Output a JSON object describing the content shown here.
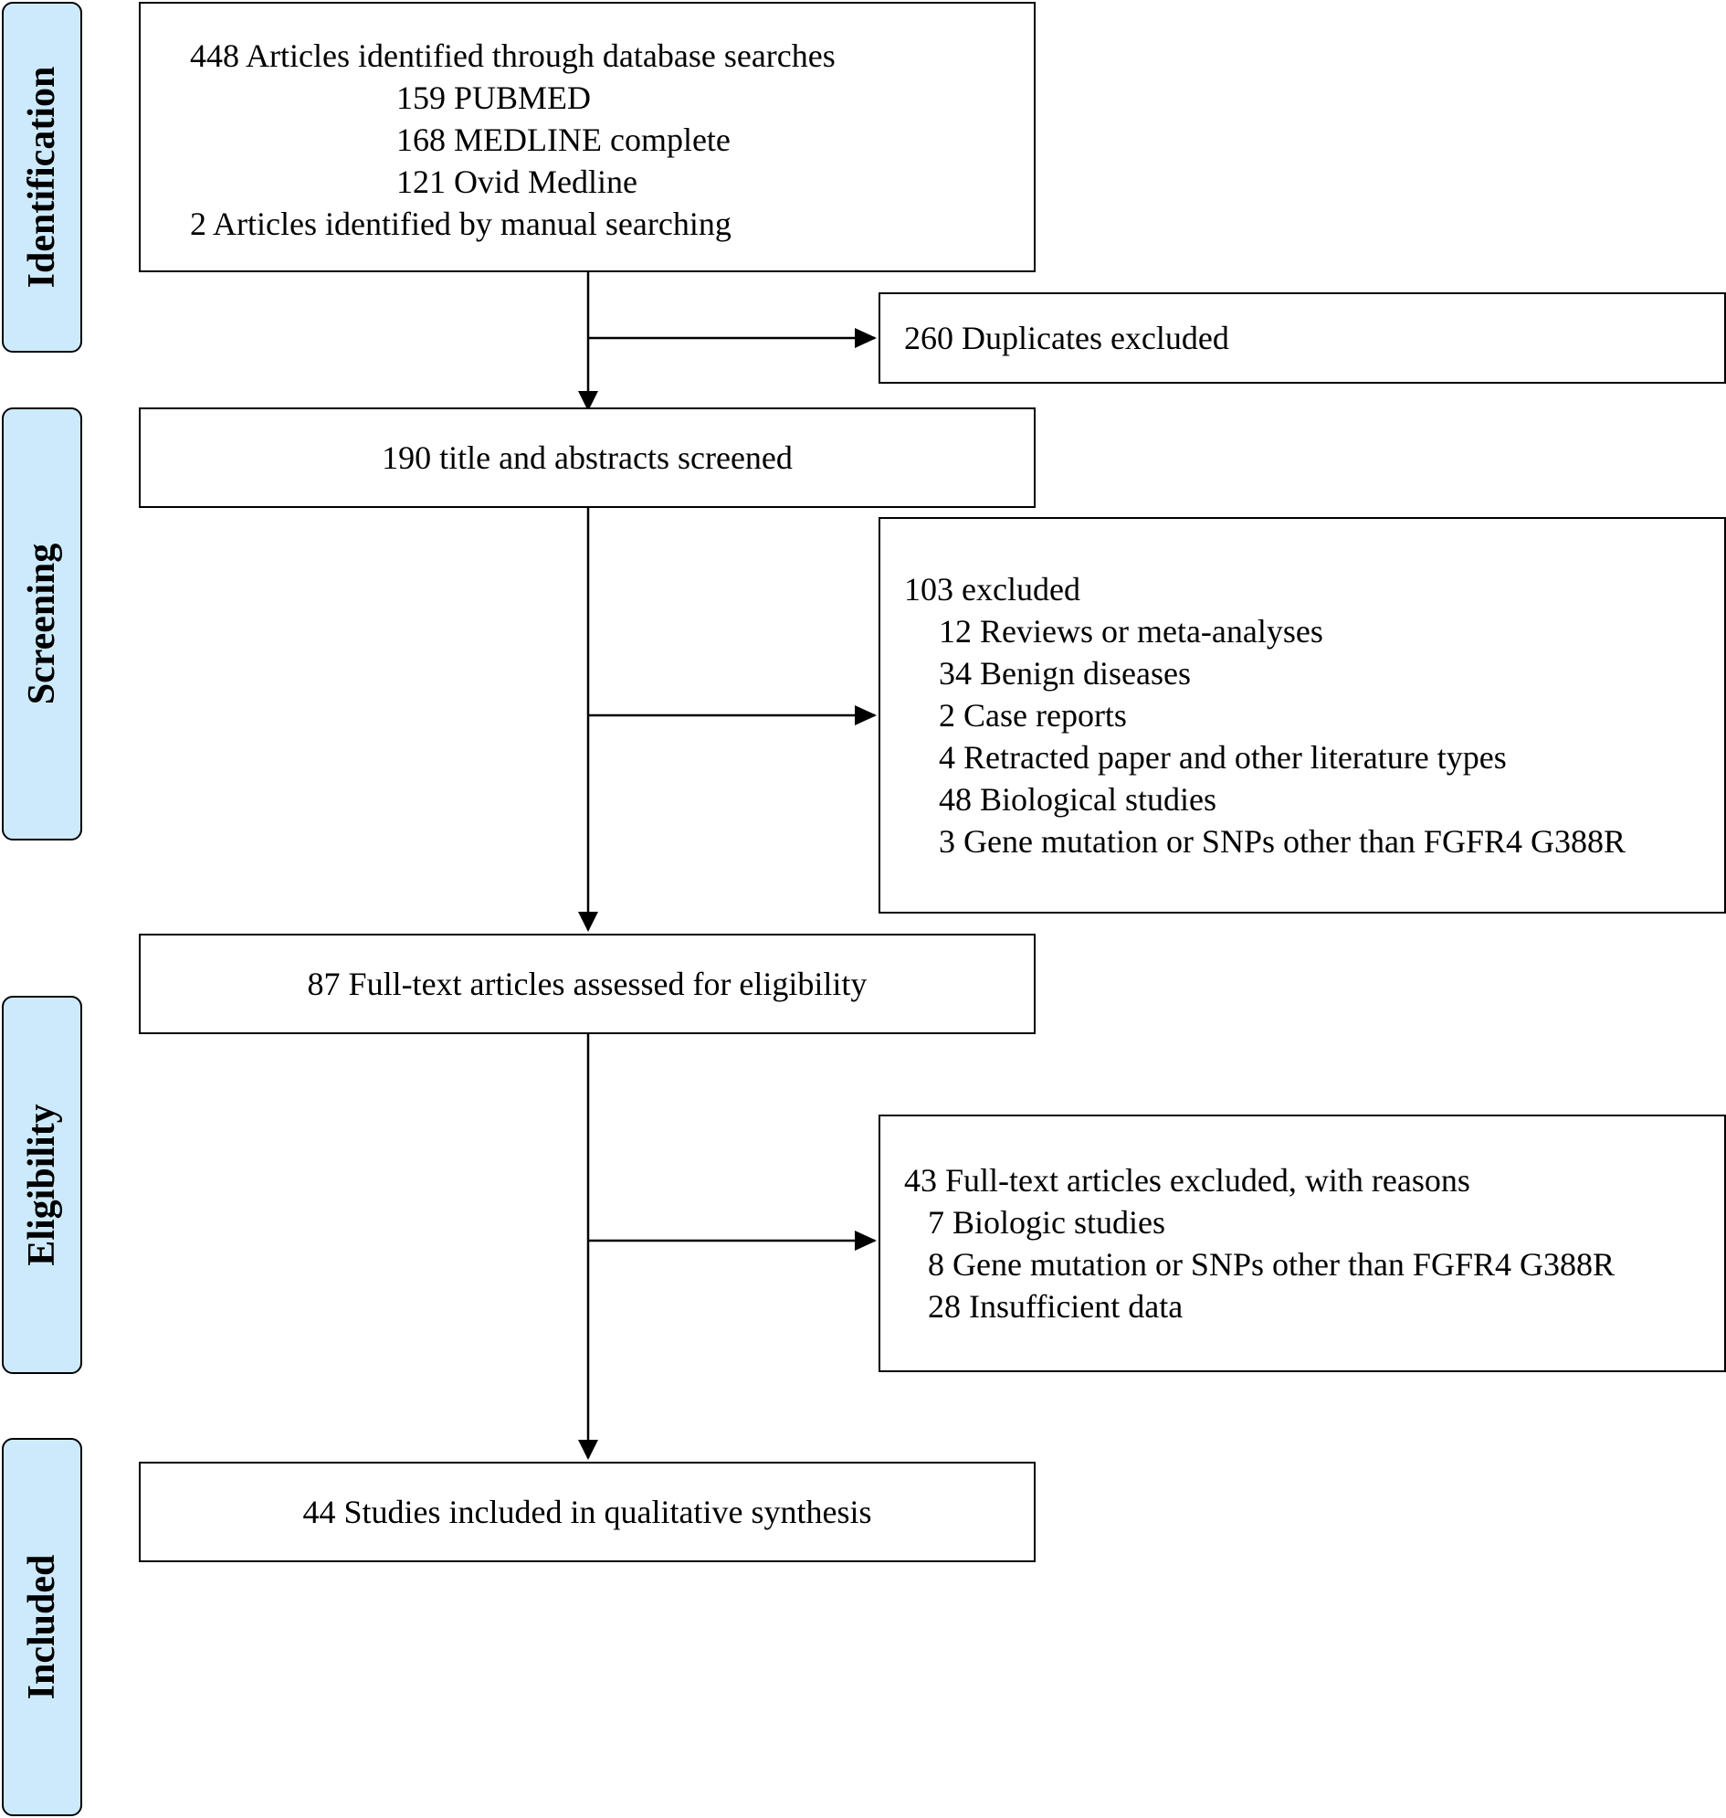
{
  "phases": [
    "Identification",
    "Screening",
    "Eligibility",
    "Included"
  ],
  "identification": {
    "db_search": "448 Articles identified through database searches",
    "sources": [
      "159 PUBMED",
      "168 MEDLINE complete",
      "121 Ovid Medline"
    ],
    "manual": "2 Articles identified by manual searching"
  },
  "duplicates": "260 Duplicates excluded",
  "screened": "190 title and abstracts screened",
  "screen_excluded": {
    "title": "103 excluded",
    "reasons": [
      "12 Reviews or meta-analyses",
      "34 Benign diseases",
      "2 Case reports",
      "4 Retracted paper and other literature types",
      "48 Biological studies",
      "3 Gene mutation or SNPs other than FGFR4 G388R"
    ]
  },
  "fulltext": "87 Full-text articles assessed for eligibility",
  "fulltext_excluded": {
    "title": "43 Full-text articles excluded, with reasons",
    "reasons": [
      "7 Biologic studies",
      "8 Gene mutation or SNPs other than FGFR4 G388R",
      "28 Insufficient data"
    ]
  },
  "included": "44 Studies included in qualitative synthesis"
}
